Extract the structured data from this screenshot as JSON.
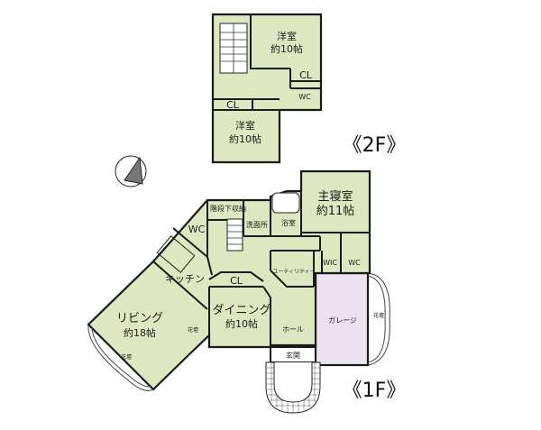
{
  "floor_2": {
    "label": "《2F》",
    "rooms": [
      {
        "name": "洋室",
        "size": "約10帖"
      },
      {
        "name": "洋室",
        "size": "約10帖"
      }
    ],
    "closet_1": "CL",
    "closet_2": "CL",
    "toilet": "WC"
  },
  "floor_1": {
    "label": "《1F》",
    "master_bedroom": {
      "name": "主寝室",
      "size": "約11帖"
    },
    "living": {
      "name": "リビング",
      "size": "約18帖"
    },
    "dining": {
      "name": "ダイニング",
      "size": "約10帖"
    },
    "kitchen": "キッチン",
    "closet": "CL",
    "stair_storage": "階段下収納",
    "toilet_1": "WC",
    "toilet_2": "WC",
    "walk_in_closet": "WIC",
    "washroom": "洗面所",
    "bath": "浴室",
    "utility": "ユーティリティー",
    "hall": "ホール",
    "entrance": "玄関",
    "garage": "ガレージ",
    "flowerbed_1": "花壇",
    "flowerbed_2": "花壇",
    "flowerbed_3": "花壇"
  },
  "compass": {
    "icon": "north-arrow-icon"
  },
  "colors": {
    "room_fill": "#dde8c0",
    "garage_fill": "#ebe4f0",
    "wall": "#1a1a1a"
  }
}
